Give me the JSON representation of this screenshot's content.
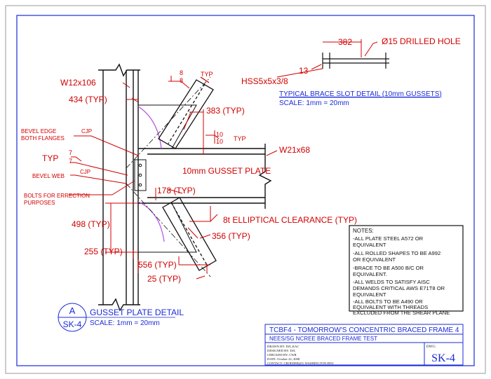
{
  "detail_marker": {
    "letter": "A",
    "sheet": "SK-4"
  },
  "gusset_detail": {
    "title": "GUSSET PLATE DETAIL",
    "scale": "SCALE: 1mm = 20mm"
  },
  "slot_detail": {
    "title": "TYPICAL BRACE SLOT DETAIL (10mm GUSSETS)",
    "scale": "SCALE: 1mm = 20mm",
    "dim_382": "382",
    "hole": "Ø15 DRILLED HOLE",
    "dim_13": "13",
    "hss": "HSS5x5x3/8"
  },
  "labels": {
    "w12": "W12x106",
    "dim_434": "434 (TYP)",
    "weld_8_top": "8",
    "weld_8_bot": "8",
    "typ_top": "TYP",
    "dim_383": "383 (TYP)",
    "weld_10_top": "10",
    "weld_10_bot": "10",
    "typ_10": "TYP",
    "w21": "W21x68",
    "bevel_edge_1": "BEVEL EDGE",
    "bevel_edge_2": "BOTH FLANGES",
    "cjp_1": "CJP",
    "typ_left": "TYP",
    "weld_7_top": "7",
    "weld_7_bot": "7",
    "bevel_web": "BEVEL WEB",
    "cjp_2": "CJP",
    "gusset_plate": "10mm GUSSET PLATE",
    "bolts_1": "BOLTS FOR ERRECTION",
    "bolts_2": "PURPOSES",
    "dim_178": "178 (TYP)",
    "elliptical": "8t ELLIPTICAL CLEARANCE (TYP)",
    "dim_498": "498 (TYP)",
    "dim_356": "356 (TYP)",
    "dim_255": "255 (TYP)",
    "dim_556": "556 (TYP)",
    "dim_25": "25 (TYP)"
  },
  "notes": {
    "heading": "NOTES:",
    "lines": [
      "-ALL PLATE STEEL A572 OR",
      "EQUIVALENT",
      "-ALL ROLLED SHAPES TO BE A992",
      "OR EQUIVALENT",
      "-BRACE TO BE A500 B/C OR",
      "EQUIVALENT.",
      "-ALL WELDS TO SATISFY AISC",
      "DEMANDS CRITICAL AWS E71T8 OR",
      "EQUIVALENT",
      "-ALL BOLTS TO BE A490 OR",
      "EQUIVALENT WITH THREADS",
      "EXCLUDED FROM THE SHEAR PLANE"
    ]
  },
  "title_block": {
    "title": "TCBF4 - TOMORROW'S CONCENTRIC BRACED FRAME 4",
    "subtitle": "NEES/SG NCREE BRACED FRAME TEST",
    "drawn_by": "DRAWN BY: DJL,KAC",
    "designed_by": "DESIGNED BY: DJL",
    "checked_by": "CHECKED BY: CWR",
    "date": "DATE: October 22, 2008",
    "contact": "CONTACT: CROEDER@U.WASHINGTON.EDU",
    "dwg_label": "DWG:",
    "dwg_number": "SK-4"
  },
  "colors": {
    "dimension": "#d10000",
    "title": "#1a2bd6",
    "geometry": "#111111",
    "clearance": "#b44be0"
  }
}
